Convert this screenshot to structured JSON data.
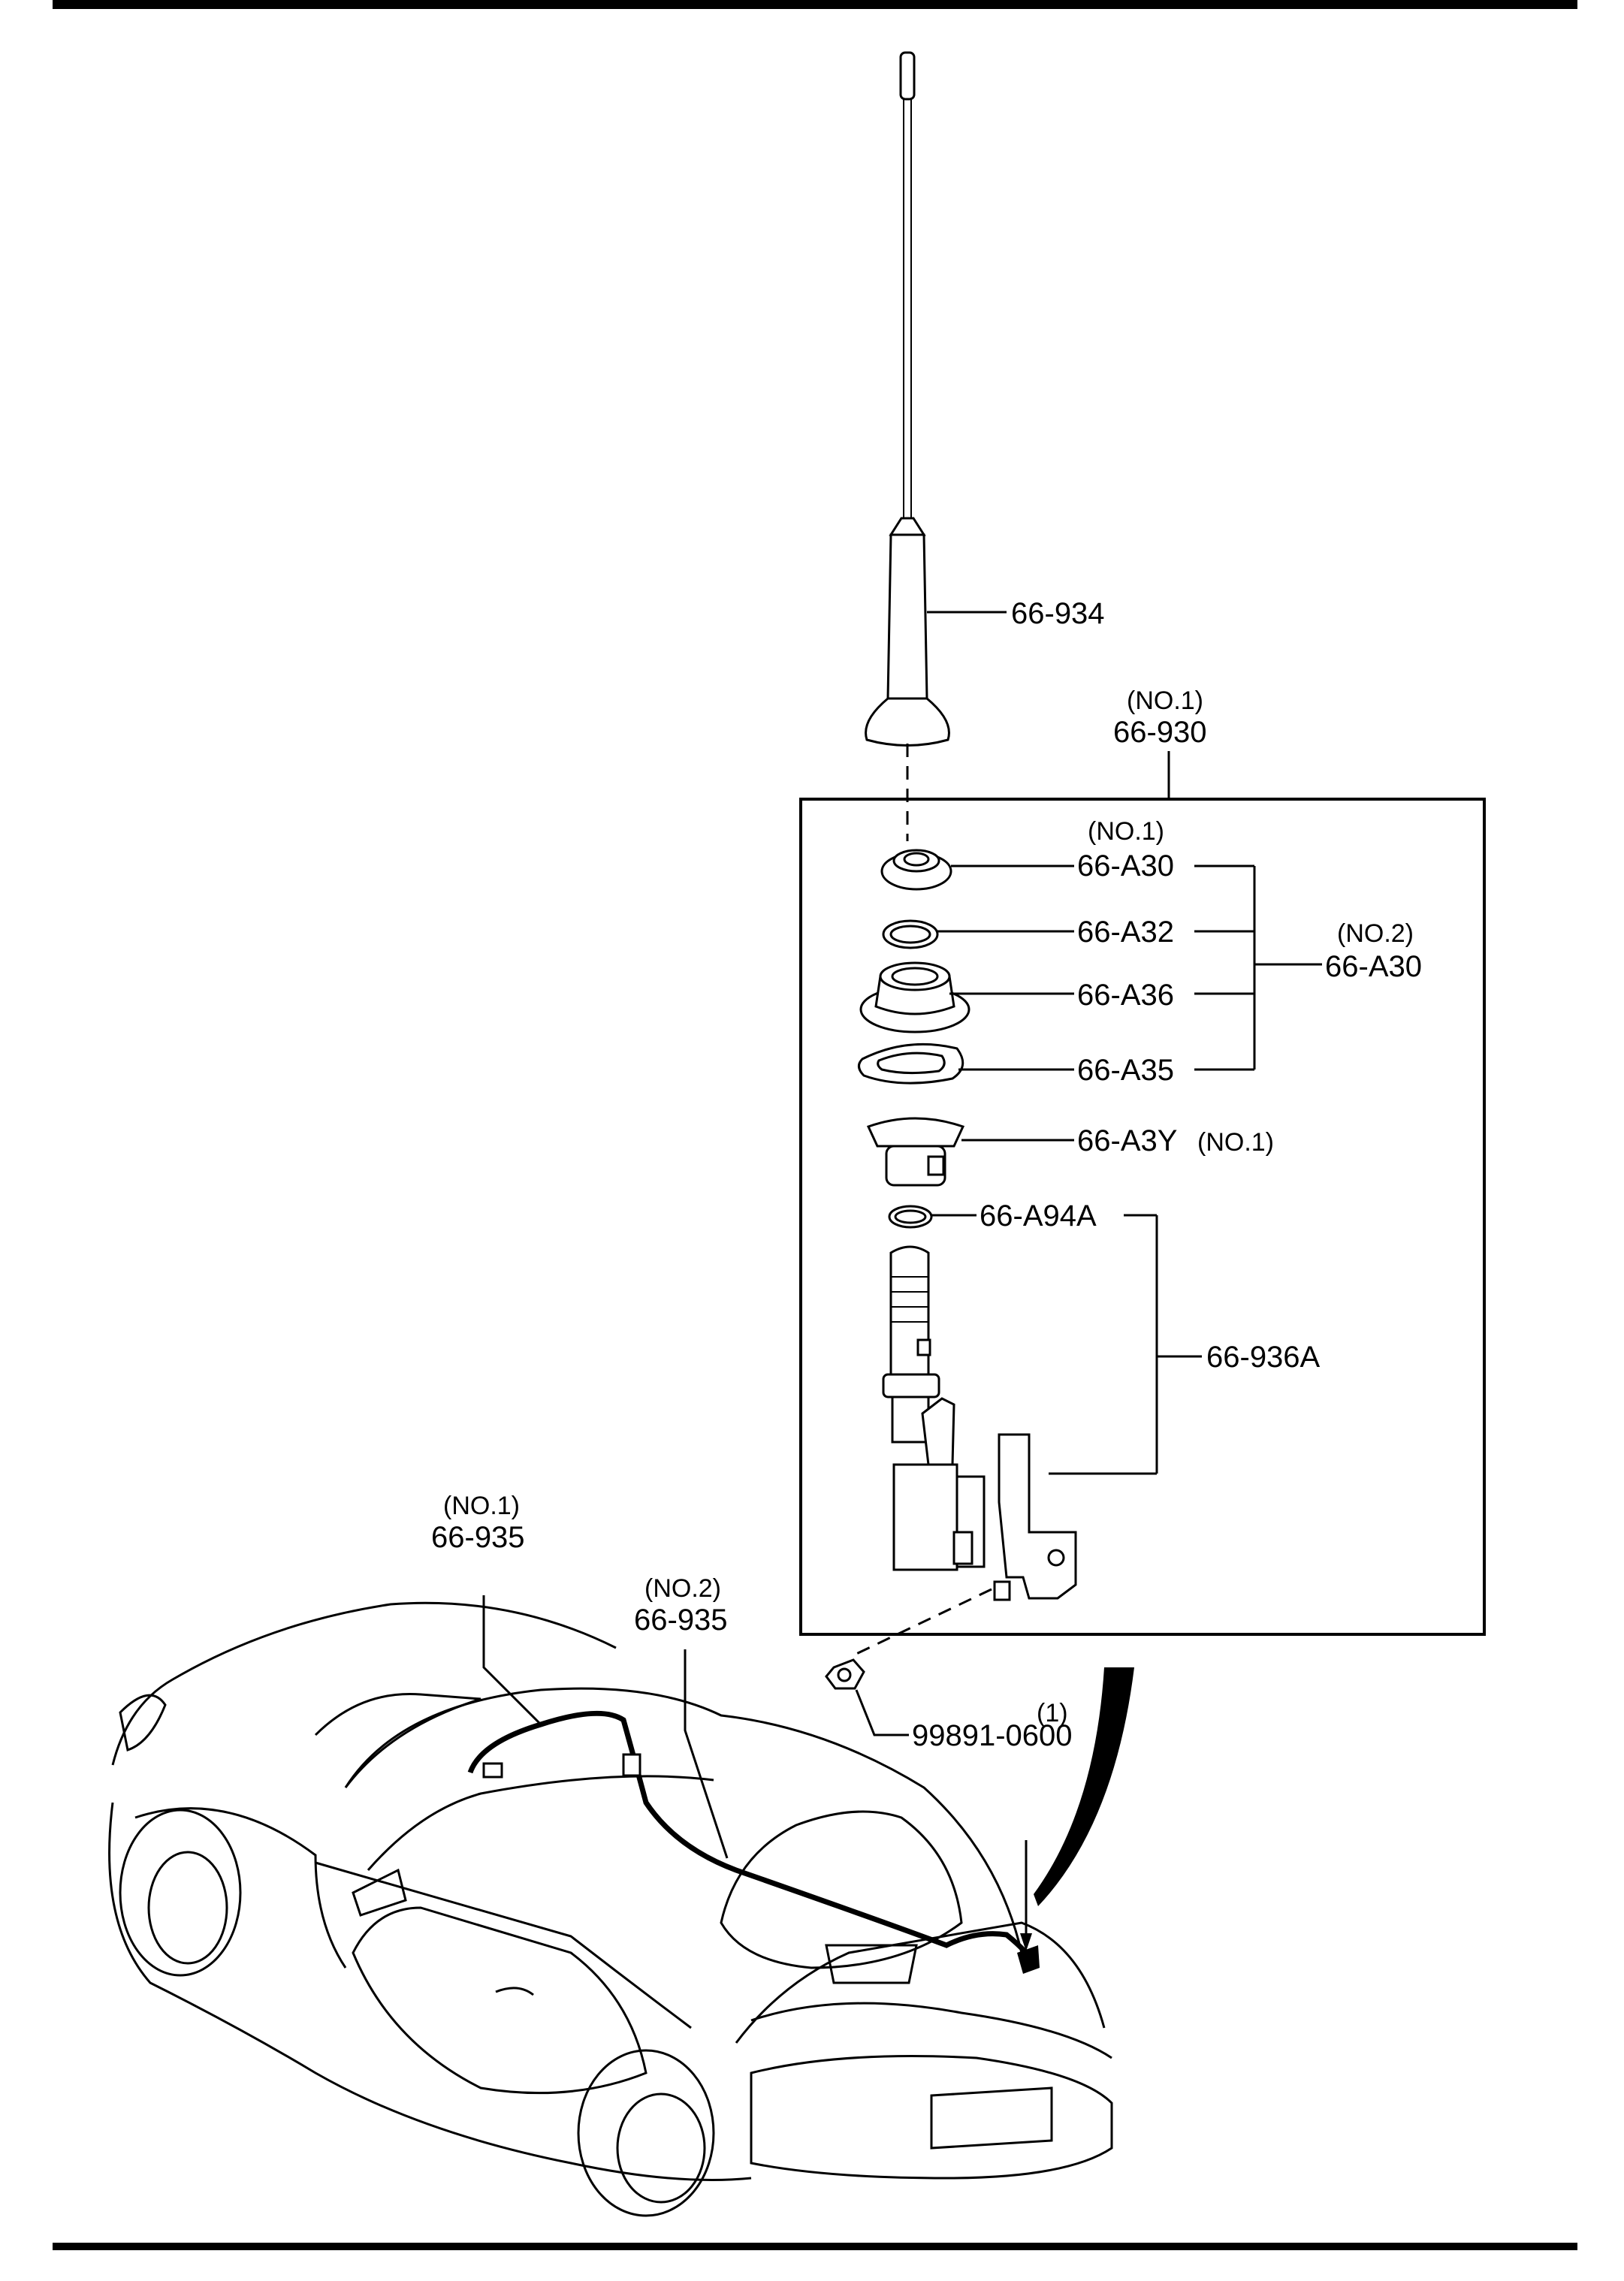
{
  "callouts": {
    "antenna_rod": "66-934",
    "kit_no1_qualifier": "(NO.1)",
    "kit_no1": "66-930",
    "nut_no1_qualifier": "(NO.1)",
    "nut_no1": "66-A30",
    "ring": "66-A32",
    "bezel": "66-A36",
    "gasket": "66-A35",
    "kit_no2_qualifier": "(NO.2)",
    "kit_no2": "66-A30",
    "holder": "66-A3Y",
    "holder_qualifier": "(NO.1)",
    "o_ring": "66-A94A",
    "motor_assembly": "66-936A",
    "cable_no1_qualifier": "(NO.1)",
    "cable_no1": "66-935",
    "cable_no2_qualifier": "(NO.2)",
    "cable_no2": "66-935",
    "nut_qty": "(1)",
    "nut_part": "99891-0600"
  }
}
